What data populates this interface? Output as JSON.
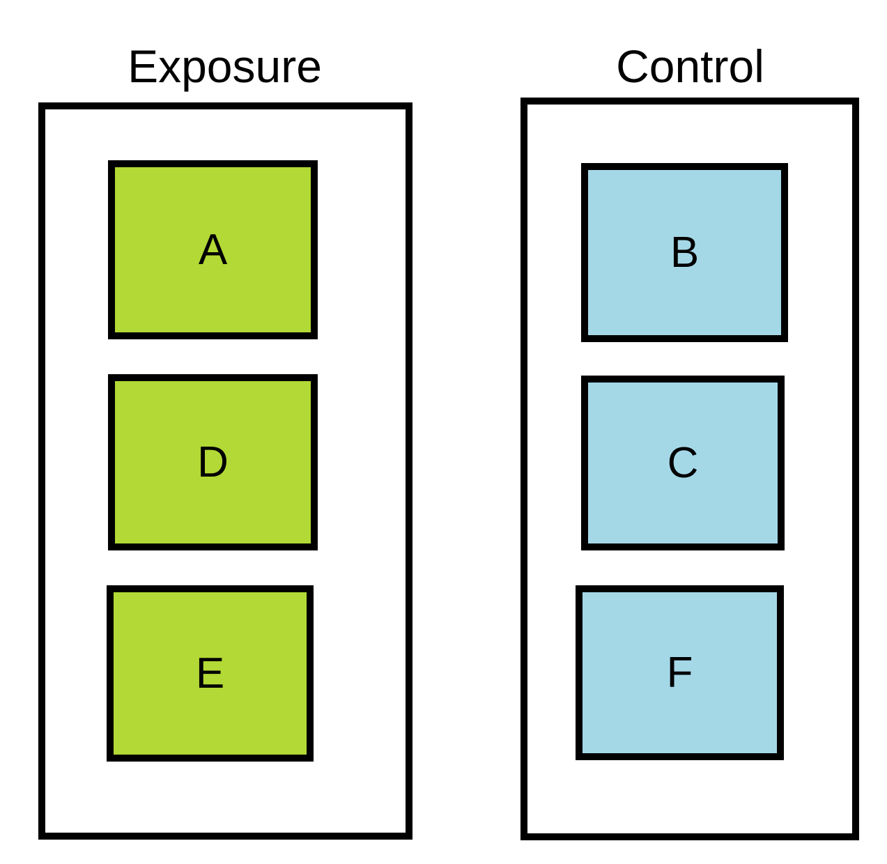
{
  "diagram": {
    "groups": [
      {
        "title": "Exposure",
        "fill_color": "#b2d935",
        "boxes": [
          {
            "label": "A"
          },
          {
            "label": "D"
          },
          {
            "label": "E"
          }
        ]
      },
      {
        "title": "Control",
        "fill_color": "#a5d8e7",
        "boxes": [
          {
            "label": "B"
          },
          {
            "label": "C"
          },
          {
            "label": "F"
          }
        ]
      }
    ]
  },
  "colors": {
    "border": "#000000",
    "background": "#ffffff",
    "exposure_fill": "#b2d935",
    "control_fill": "#a5d8e7"
  }
}
